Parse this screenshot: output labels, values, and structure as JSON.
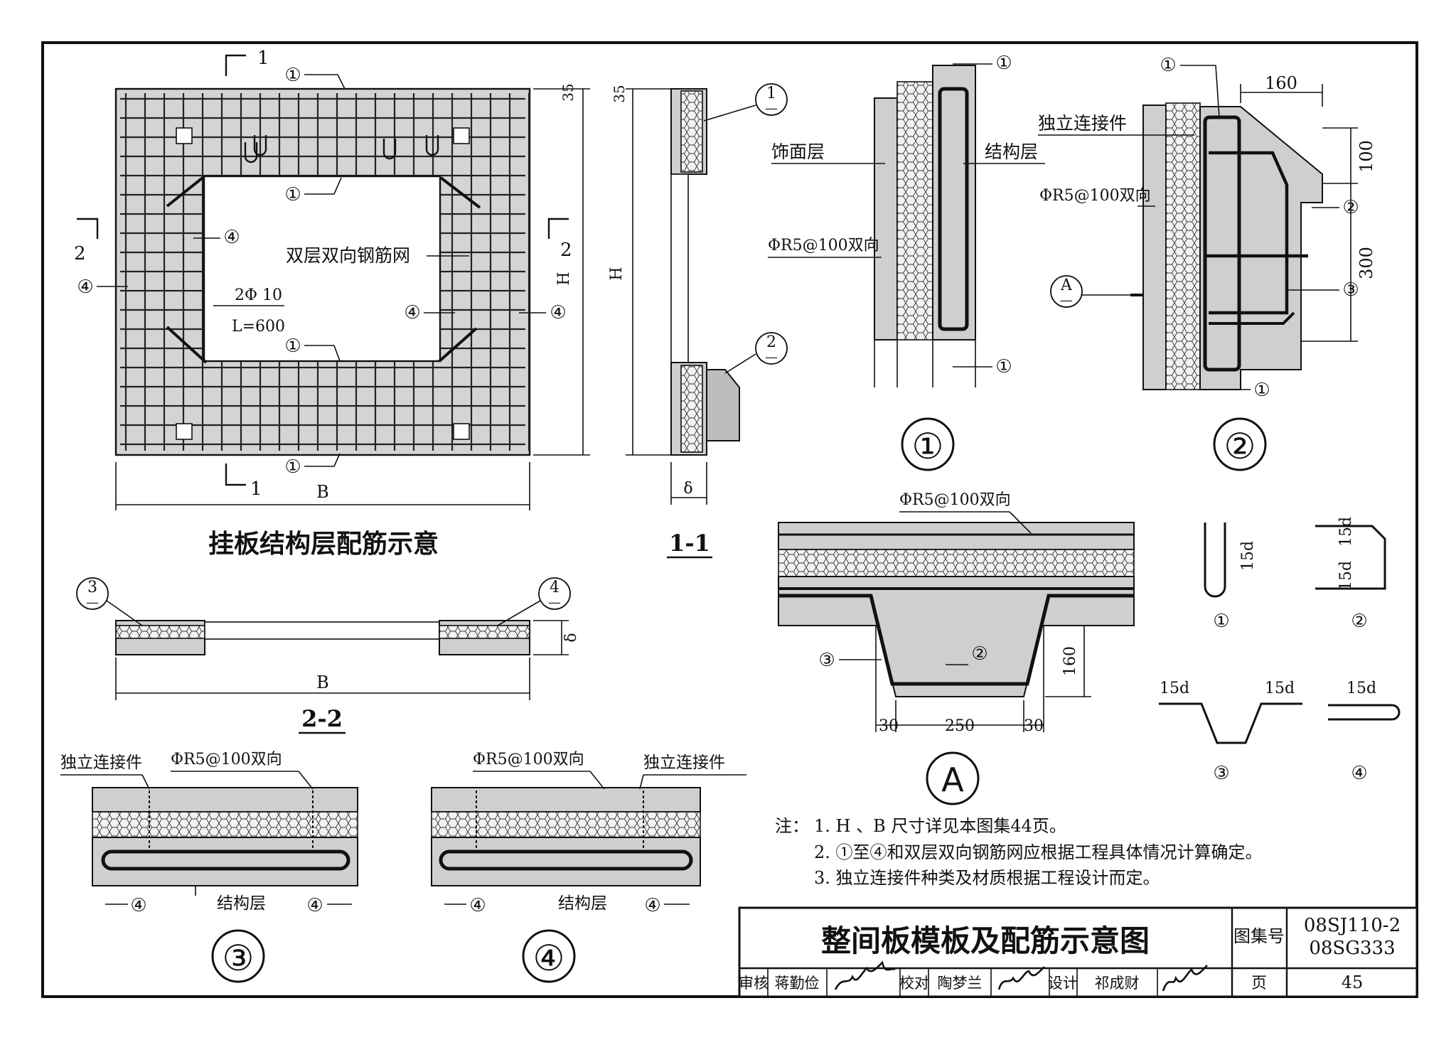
{
  "plan": {
    "title": "挂板结构层配筋示意",
    "mesh_label": "双层双向钢筋网",
    "bar_label_1": "2Φ 10",
    "bar_label_2": "L=600",
    "dim_B": "B",
    "dim_H": "H",
    "dim_35": "35",
    "sec_1": "1",
    "sec_2": "2",
    "marker_1": "①",
    "marker_4": "④"
  },
  "section_1_1": {
    "title": "1-1",
    "dim_H": "H",
    "dim_35": "35",
    "dim_delta": "δ",
    "ref_1": "1",
    "ref_2": "2",
    "ref_dash": "—"
  },
  "section_2_2": {
    "title": "2-2",
    "dim_B": "B",
    "dim_delta": "δ",
    "ref_3": "3",
    "ref_4": "4",
    "ref_dash": "—"
  },
  "detail_1": {
    "number": "①",
    "label_finish": "饰面层",
    "label_struct": "结构层",
    "label_rebar": "ΦR5@100双向",
    "marker": "①"
  },
  "detail_2": {
    "number": "②",
    "label_connector": "独立连接件",
    "label_rebar": "ΦR5@100双向",
    "dim_160": "160",
    "dim_100": "100",
    "dim_300": "300",
    "marker_1": "①",
    "marker_2": "②",
    "marker_3": "③",
    "ref_A": "A",
    "ref_dash": "—"
  },
  "detail_A": {
    "number": "A",
    "label_rebar": "ΦR5@100双向",
    "dim_30a": "30",
    "dim_250": "250",
    "dim_30b": "30",
    "dim_160": "160",
    "marker_2": "②",
    "marker_3": "③"
  },
  "detail_3": {
    "number": "③",
    "label_connector": "独立连接件",
    "label_rebar": "ΦR5@100双向",
    "label_struct": "结构层",
    "marker_4": "④"
  },
  "detail_4": {
    "number": "④",
    "label_connector": "独立连接件",
    "label_rebar": "ΦR5@100双向",
    "label_struct": "结构层",
    "marker_4": "④"
  },
  "bar_shapes": {
    "b1_label": "15d",
    "b2_label_a": "15d",
    "b2_label_b": "15d",
    "b3_label_a": "15d",
    "b3_label_b": "15d",
    "b4_label": "15d",
    "n1": "①",
    "n2": "②",
    "n3": "③",
    "n4": "④"
  },
  "notes": {
    "head": "注：",
    "n1": "1.  H 、B  尺寸详见本图集44页。",
    "n2": "2.  ①至④和双层双向钢筋网应根据工程具体情况计算确定。",
    "n3": "3.  独立连接件种类及材质根据工程设计而定。"
  },
  "title_block": {
    "title": "整间板模板及配筋示意图",
    "atlas_label": "图集号",
    "atlas_no_1": "08SJ110-2",
    "atlas_no_2": "08SG333",
    "review_label": "审核",
    "review_name": "蒋勤俭",
    "check_label": "校对",
    "check_name": "陶梦兰",
    "design_label": "设计",
    "design_name": "祁成财",
    "page_label": "页",
    "page_no": "45"
  }
}
